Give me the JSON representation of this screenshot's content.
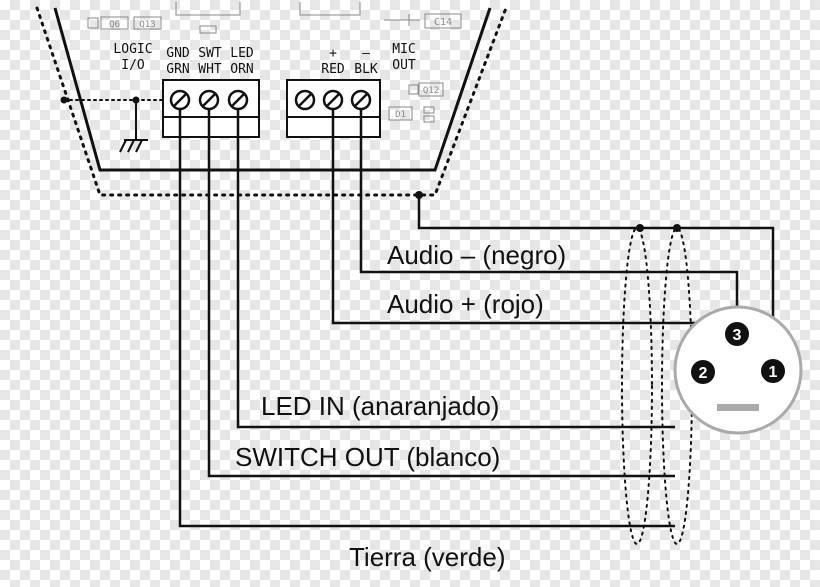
{
  "terminal_labels": {
    "logic": [
      "LOGIC",
      "I/O"
    ],
    "gnd": [
      "GND",
      "GRN"
    ],
    "swt": [
      "SWT",
      "WHT"
    ],
    "led": [
      "LED",
      "ORN"
    ],
    "plus": [
      "+",
      "RED"
    ],
    "minus": [
      "–",
      "BLK"
    ],
    "mic": [
      "MIC",
      "OUT"
    ]
  },
  "board_refs": {
    "q6": "Q6",
    "q13": "Q13",
    "c14": "C14",
    "q12": "Q12",
    "d1": "D1"
  },
  "wire_labels": {
    "audio_minus": "Audio – (negro)",
    "audio_plus": "Audio + (rojo)",
    "led_in": "LED IN (anaranjado)",
    "switch_out": "SWITCH OUT (blanco)",
    "ground": "Tierra (verde)"
  },
  "connector_pins": {
    "pin1": "1",
    "pin2": "2",
    "pin3": "3"
  }
}
